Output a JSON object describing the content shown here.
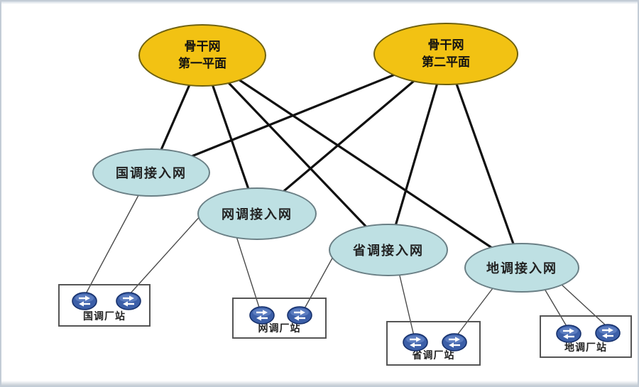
{
  "diagram": {
    "backbone": {
      "plane1": {
        "line1": "骨干网",
        "line2": "第一平面"
      },
      "plane2": {
        "line1": "骨干网",
        "line2": "第二平面"
      }
    },
    "access_networks": {
      "guodiao": {
        "label": "国调接入网"
      },
      "wangdiao": {
        "label": "网调接入网"
      },
      "shengdiao": {
        "label": "省调接入网"
      },
      "didiao": {
        "label": "地调接入网"
      }
    },
    "stations": {
      "guodiao": {
        "label": "国调厂站"
      },
      "wangdiao": {
        "label": "网调厂站"
      },
      "shengdiao": {
        "label": "省调厂站"
      },
      "didiao": {
        "label": "地调厂站"
      }
    },
    "colors": {
      "backbone_fill": "#F2C213",
      "access_fill": "#BEE0E3",
      "thick_edge": "#111111",
      "thin_edge": "#4a4a4a",
      "router_fill": "#3c5fa8"
    },
    "connections": {
      "thick_meaning": "each backbone plane links to all four access networks",
      "thin_meaning": "access networks link to routers inside plant-station boxes"
    },
    "edges": {
      "thick": [
        [
          283,
          76,
          211,
          241
        ],
        [
          283,
          76,
          360,
          299
        ],
        [
          283,
          76,
          545,
          350
        ],
        [
          283,
          76,
          733,
          375
        ],
        [
          626,
          74,
          211,
          241
        ],
        [
          626,
          74,
          360,
          299
        ],
        [
          626,
          74,
          545,
          350
        ],
        [
          626,
          74,
          733,
          375
        ]
      ],
      "thin": [
        [
          200,
          260,
          115,
          419
        ],
        [
          282,
          300,
          180,
          413
        ],
        [
          330,
          328,
          364,
          434
        ],
        [
          468,
          358,
          426,
          434
        ],
        [
          560,
          382,
          581,
          471
        ],
        [
          692,
          404,
          641,
          471
        ],
        [
          765,
          405,
          797,
          459
        ],
        [
          788,
          398,
          852,
          457
        ]
      ]
    }
  }
}
